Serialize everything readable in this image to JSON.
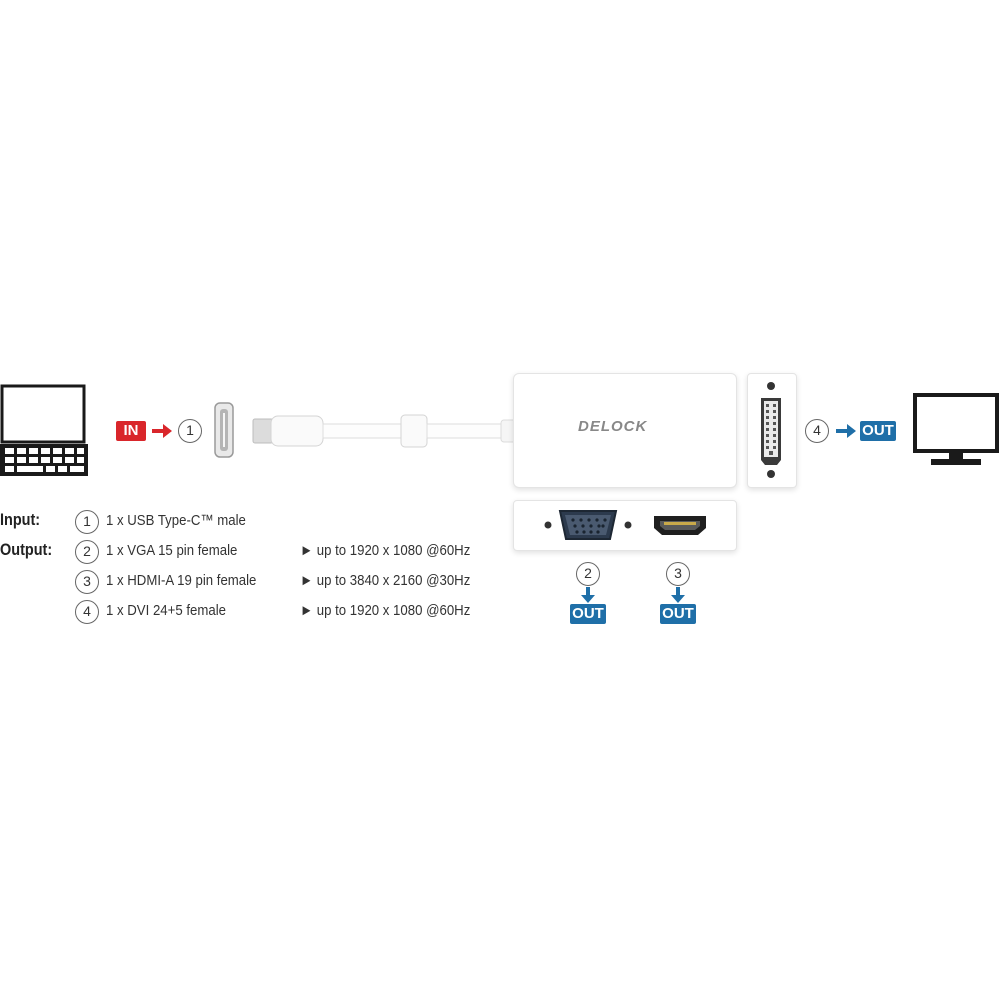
{
  "input_badge": "IN",
  "output_badge": "OUT",
  "brand": "DELOCK",
  "labels": {
    "input": "Input:",
    "output": "Output:"
  },
  "ports": [
    {
      "num": "1",
      "desc": "1 x USB Type-C™ male",
      "res": ""
    },
    {
      "num": "2",
      "desc": "1 x VGA 15 pin female",
      "res": "► up to 1920 x 1080 @60Hz"
    },
    {
      "num": "3",
      "desc": "1 x HDMI-A 19 pin female",
      "res": "► up to 3840 x 2160 @30Hz"
    },
    {
      "num": "4",
      "desc": "1 x DVI 24+5 female",
      "res": "► up to 1920 x 1080 @60Hz"
    }
  ],
  "colors": {
    "in": "#d9262b",
    "out": "#1f6fa8",
    "device": "#1a1a1a"
  },
  "icons": [
    "laptop-icon",
    "monitor-icon",
    "arrow-right-icon",
    "arrow-down-icon"
  ]
}
